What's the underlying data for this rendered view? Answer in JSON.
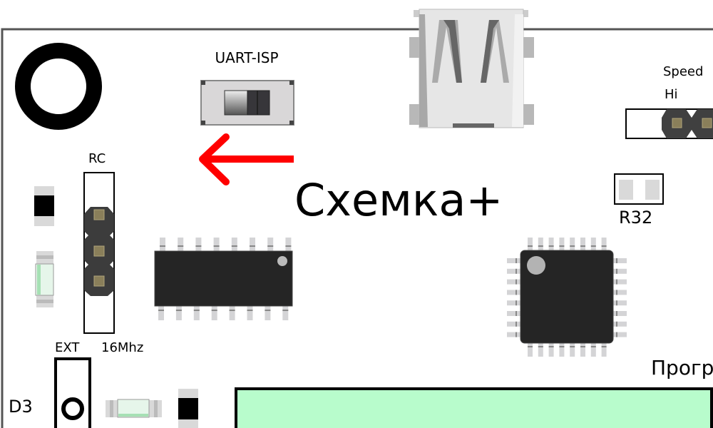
{
  "labels": {
    "switch": "UART-ISP",
    "title": "Схемка+",
    "speed": "Speed",
    "hi": "Hi",
    "resistor": "R32",
    "rc": "RC",
    "ext": "EXT",
    "freq": "16Mhz",
    "d3": "D3",
    "programmer": "Прогр"
  },
  "colors": {
    "arrow": "#ff0000",
    "panel": "#b8fccc",
    "chip": "#252525",
    "board_edge": "#555555"
  }
}
